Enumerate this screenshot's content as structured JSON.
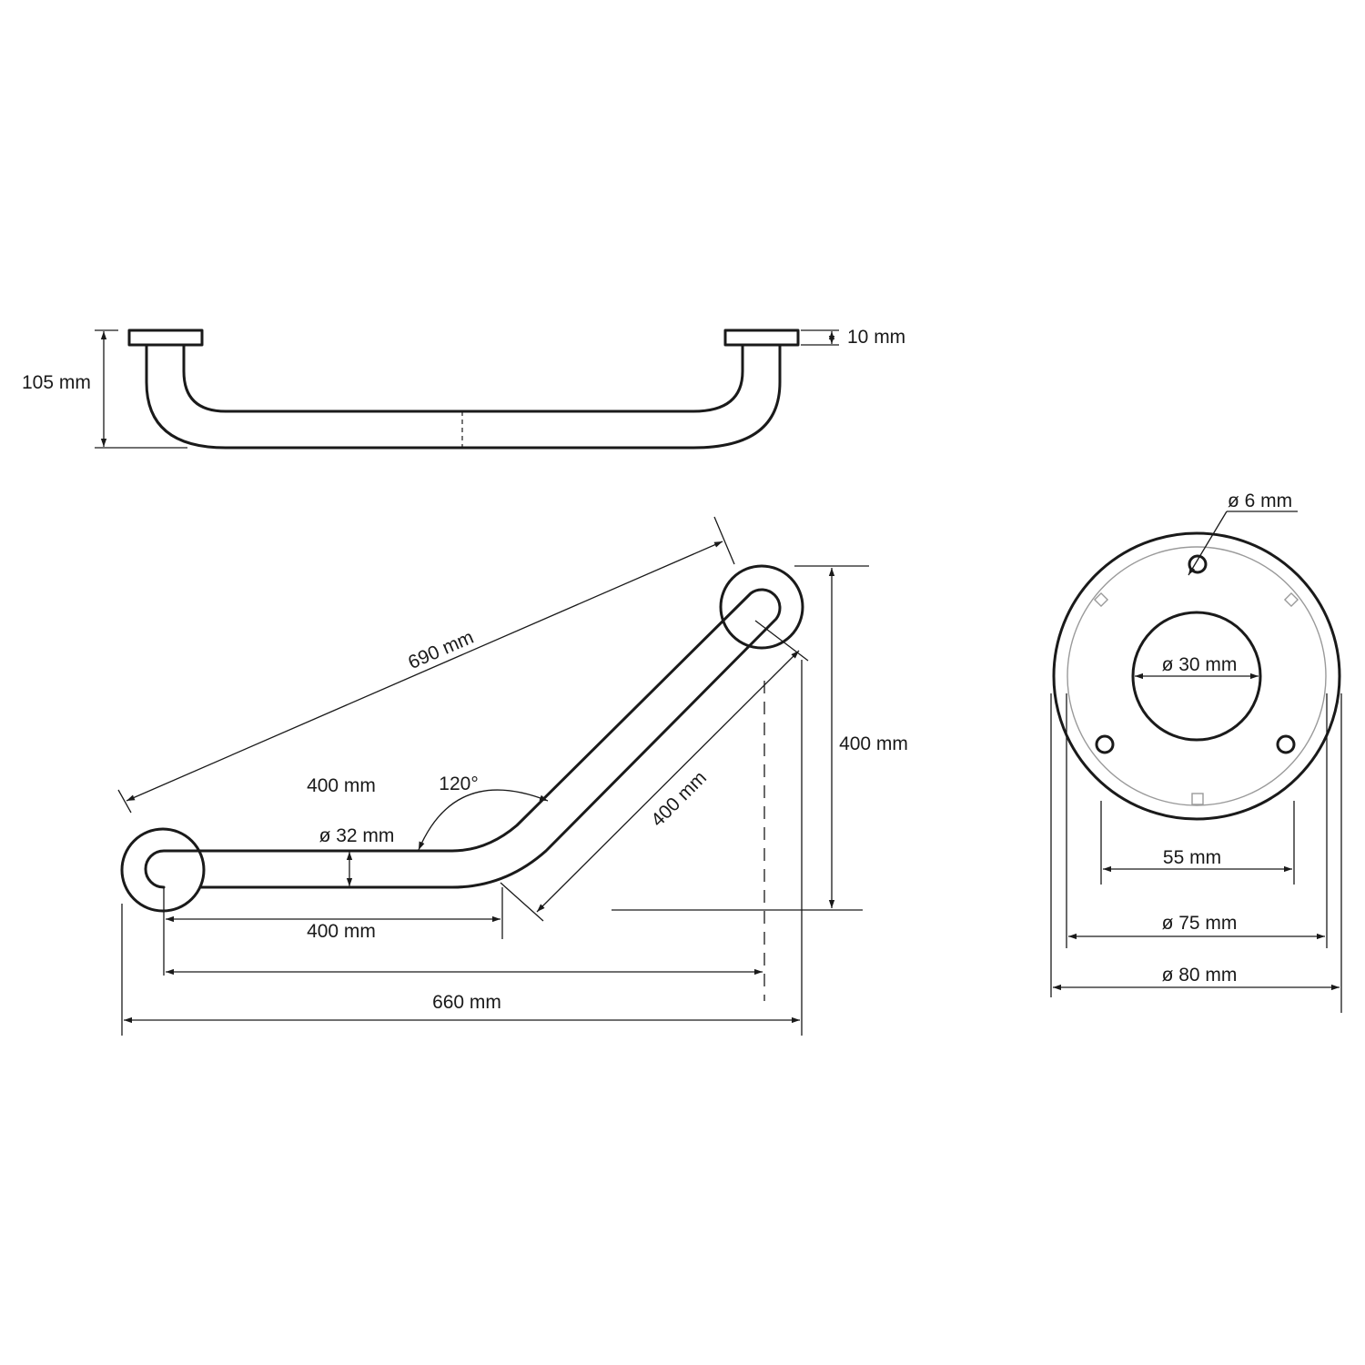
{
  "labels": {
    "top_height": "105 mm",
    "flange_thickness": "10 mm",
    "overall_length": "690 mm",
    "horizontal_segment_label": "400 mm",
    "angle": "120°",
    "tube_diameter": "ø 32 mm",
    "angled_segment": "400 mm",
    "vertical_rise": "400 mm",
    "horizontal_segment": "400 mm",
    "total_width": "660 mm",
    "screw_hole": "ø 6 mm",
    "bore_diameter": "ø 30 mm",
    "hole_spacing": "55 mm",
    "cover_diameter": "ø 75 mm",
    "flange_diameter": "ø 80 mm"
  }
}
